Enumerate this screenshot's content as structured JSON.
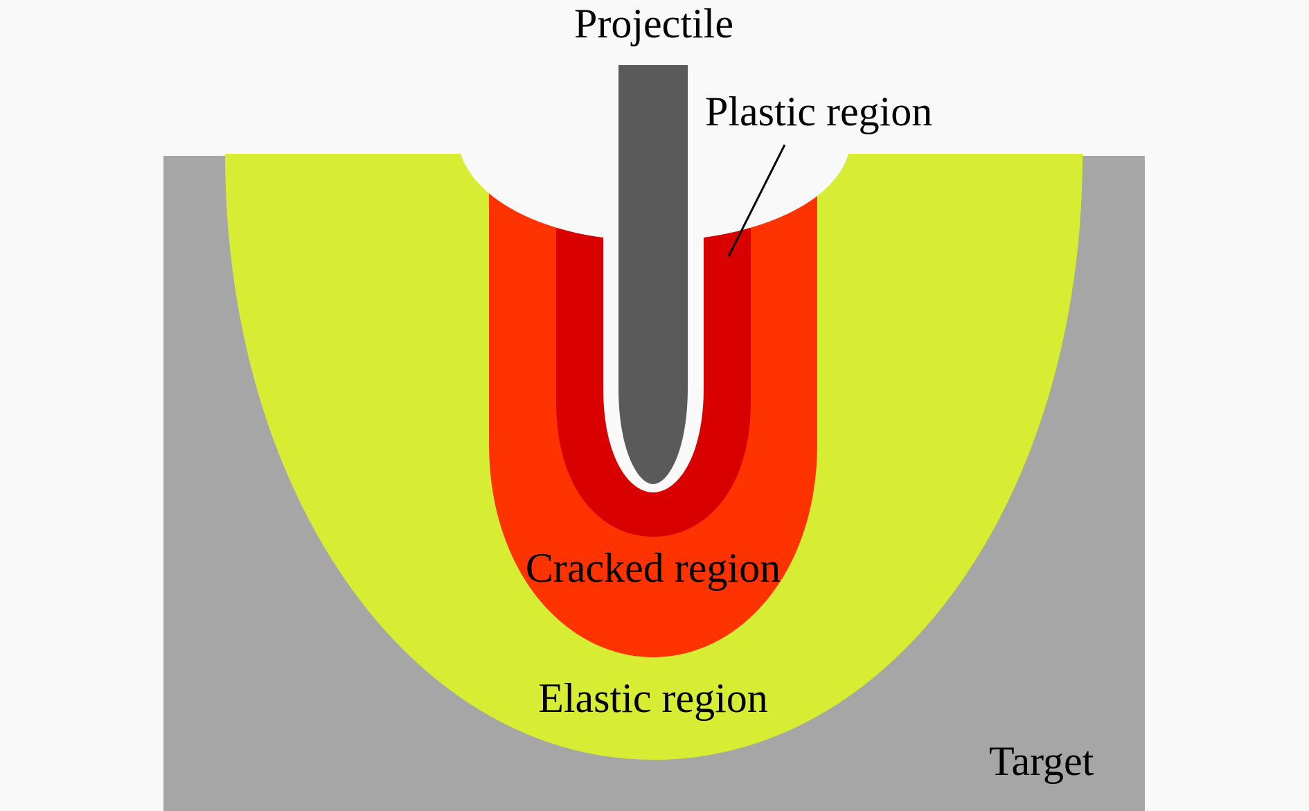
{
  "labels": {
    "projectile": "Projectile",
    "plastic_region": "Plastic region",
    "cracked_region": "Cracked region",
    "elastic_region": "Elastic region",
    "target": "Target"
  },
  "colors": {
    "background": "#f9f9f9",
    "target": "#a6a6a6",
    "elastic": "#d6ed34",
    "cracked": "#ff3300",
    "plastic": "#d90000",
    "projectile": "#5a5a5a"
  }
}
